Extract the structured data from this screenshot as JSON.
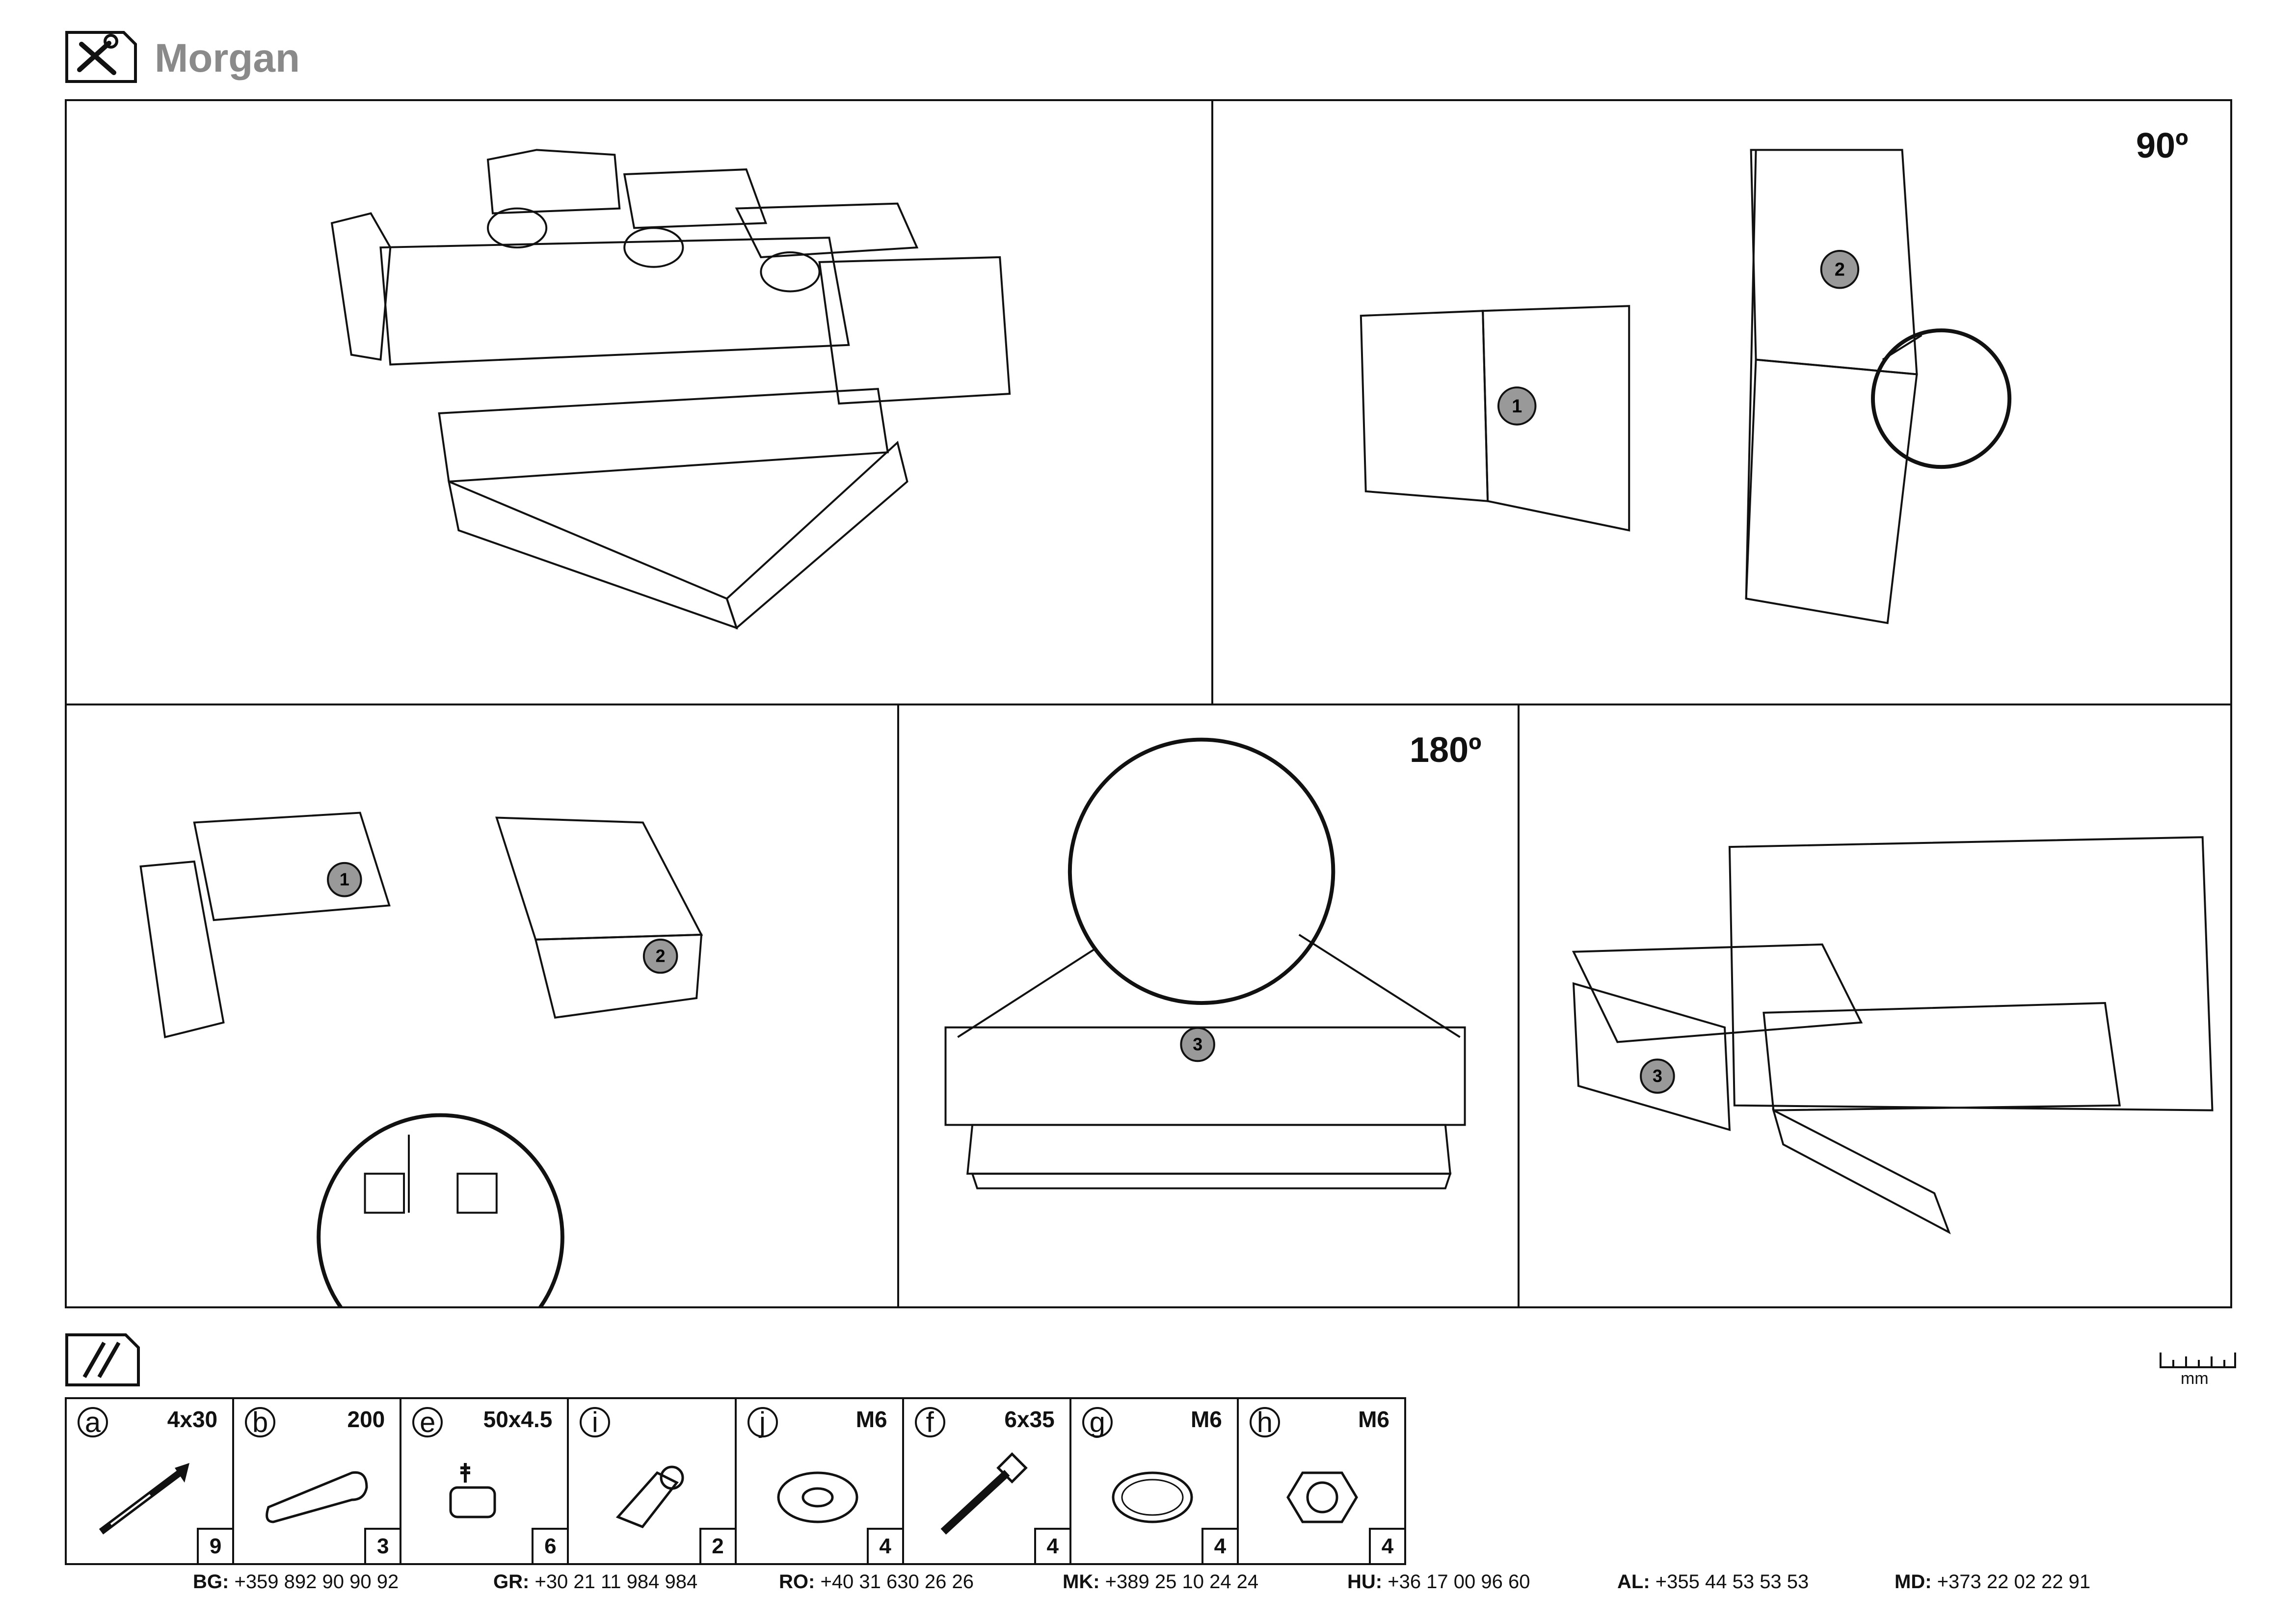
{
  "header": {
    "title": "Morgan"
  },
  "step_labels": {
    "rotation_1": "90º",
    "rotation_2": "180º"
  },
  "parts": [
    {
      "letter": "a",
      "size": "4x30",
      "qty": "9",
      "icon": "screw-icon"
    },
    {
      "letter": "b",
      "size": "200",
      "qty": "3",
      "icon": "dowel-icon"
    },
    {
      "letter": "e",
      "size": "50x4.5",
      "qty": "6",
      "icon": "foot-icon"
    },
    {
      "letter": "i",
      "size": "",
      "qty": "2",
      "icon": "bracket-icon"
    },
    {
      "letter": "j",
      "size": "M6",
      "qty": "4",
      "icon": "washer-icon"
    },
    {
      "letter": "f",
      "size": "6x35",
      "qty": "4",
      "icon": "bolt-icon"
    },
    {
      "letter": "g",
      "size": "M6",
      "qty": "4",
      "icon": "spring-washer-icon"
    },
    {
      "letter": "h",
      "size": "M6",
      "qty": "4",
      "icon": "nut-icon"
    }
  ],
  "ruler_unit": "mm",
  "phones": [
    {
      "country": "BG:",
      "number": "+359 892 90 90 92"
    },
    {
      "country": "GR:",
      "number": "+30 21 11 984 984"
    },
    {
      "country": "RO:",
      "number": "+40 31 630 26 26"
    },
    {
      "country": "MK:",
      "number": "+389 25 10 24 24"
    },
    {
      "country": "HU:",
      "number": "+36 17 00 96 60"
    },
    {
      "country": "AL:",
      "number": "+355 44 53 53 53"
    },
    {
      "country": "MD:",
      "number": "+373 22 02 22 91"
    }
  ]
}
